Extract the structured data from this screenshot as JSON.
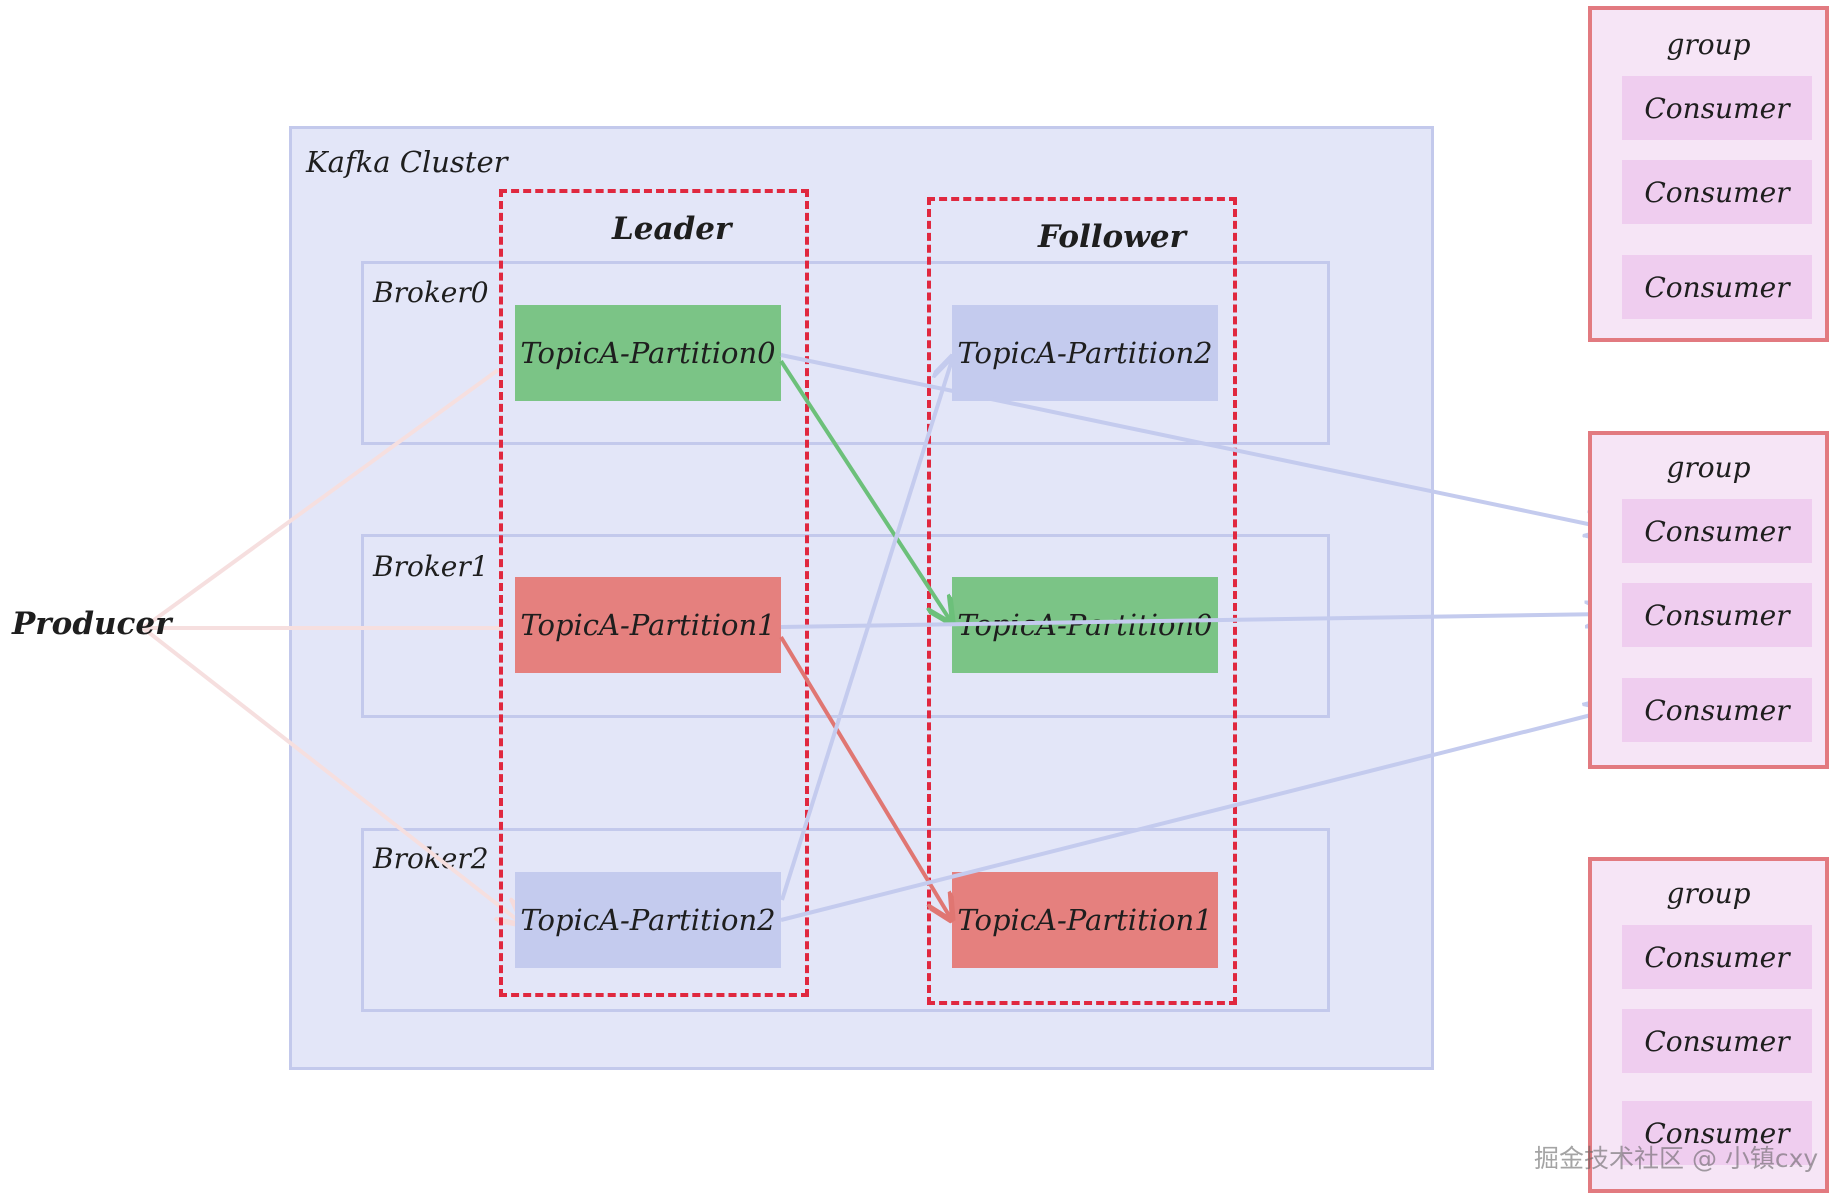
{
  "cluster": {
    "label": "Kafka Cluster"
  },
  "brokers": [
    {
      "label": "Broker0"
    },
    {
      "label": "Broker1"
    },
    {
      "label": "Broker2"
    }
  ],
  "leader": {
    "title": "Leader"
  },
  "follower": {
    "title": "Follower"
  },
  "leader_partitions": [
    {
      "label": "TopicA-Partition0",
      "color": "green"
    },
    {
      "label": "TopicA-Partition1",
      "color": "red"
    },
    {
      "label": "TopicA-Partition2",
      "color": "blue"
    }
  ],
  "follower_partitions": [
    {
      "label": "TopicA-Partition2",
      "color": "blue"
    },
    {
      "label": "TopicA-Partition0",
      "color": "green"
    },
    {
      "label": "TopicA-Partition1",
      "color": "red"
    }
  ],
  "producer": {
    "label": "Producer"
  },
  "consumer_groups": [
    {
      "title": "group",
      "consumers": [
        "Consumer",
        "Consumer",
        "Consumer"
      ]
    },
    {
      "title": "group",
      "consumers": [
        "Consumer",
        "Consumer",
        "Consumer"
      ]
    },
    {
      "title": "group",
      "consumers": [
        "Consumer",
        "Consumer",
        "Consumer"
      ]
    }
  ],
  "colors": {
    "cluster_fill": "#e3e6f8",
    "cluster_border": "#c3c9ec",
    "leader_follower_border": "#e0283f",
    "green": "#7bc486",
    "red": "#e5807e",
    "blue": "#c4cbee",
    "group_border": "#e27a80",
    "group_fill": "#f6e5f6",
    "consumer_fill": "#efcdef"
  },
  "watermark": "掘金技术社区 @ 小镇cxy"
}
